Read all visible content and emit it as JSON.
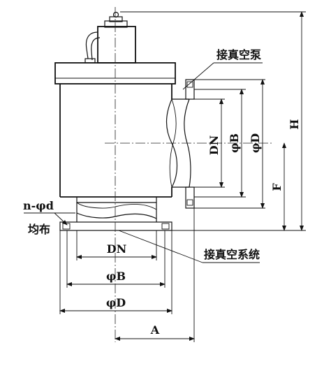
{
  "labels": {
    "pump_port": "接真空泵",
    "system_port": "接真空系统",
    "holes": "n-φd",
    "holes_note": "均布",
    "side_dn": "DN",
    "side_b": "φB",
    "side_d": "φD",
    "bottom_dn": "DN",
    "bottom_b": "φB",
    "bottom_d": "φD",
    "dim_a": "A",
    "dim_f": "F",
    "dim_h": "H"
  }
}
